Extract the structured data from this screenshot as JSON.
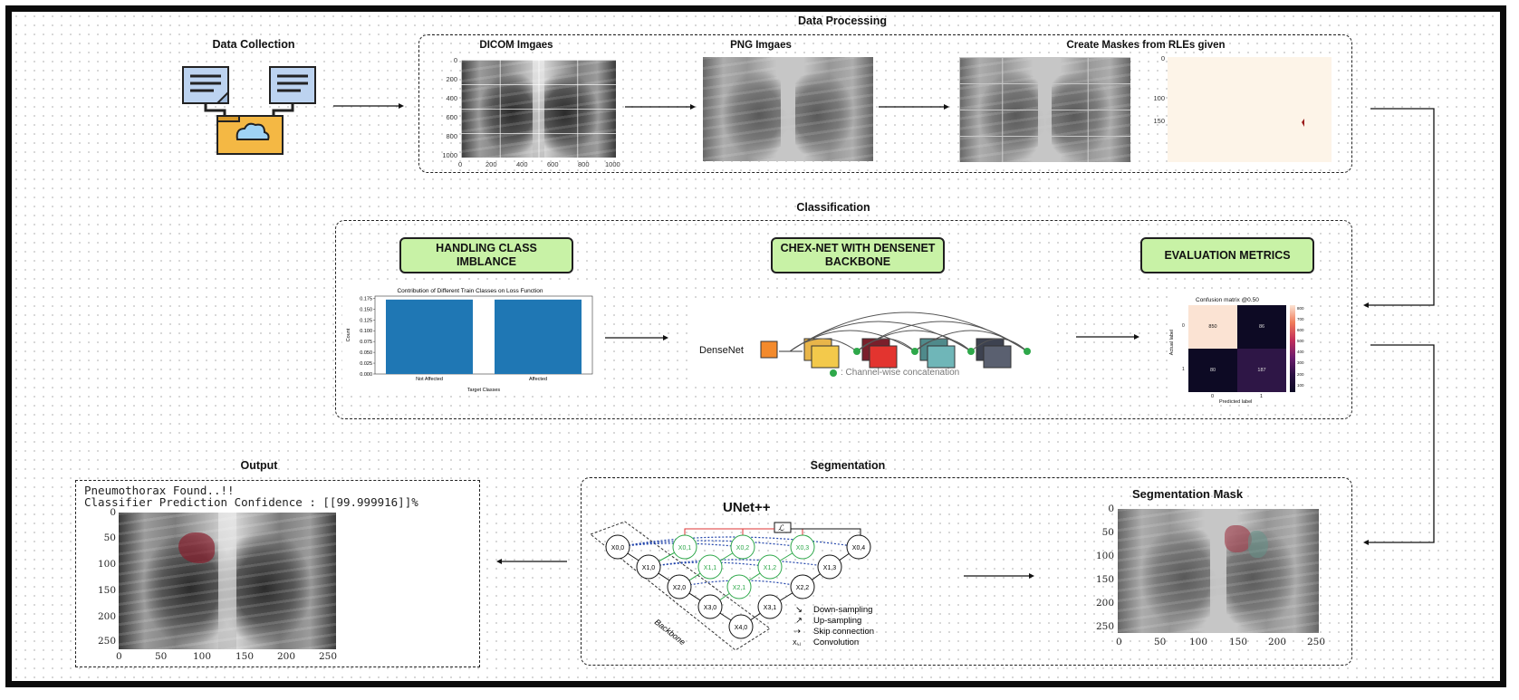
{
  "sections": {
    "data_collection": "Data Collection",
    "data_processing": "Data Processing",
    "classification": "Classification",
    "segmentation": "Segmentation",
    "output": "Output"
  },
  "processing": {
    "dicom_title": "DICOM Imgaes",
    "png_title": "PNG Imgaes",
    "mask_title": "Create Maskes from RLEs given",
    "dicom_ticks_y": [
      "0",
      "200",
      "400",
      "600",
      "800",
      "1000"
    ],
    "dicom_ticks_x": [
      "0",
      "200",
      "400",
      "600",
      "800",
      "1000"
    ],
    "mask_ticks_y": [
      "0",
      "100",
      "150"
    ]
  },
  "classification": {
    "box1": "HANDLING CLASS IMBLANCE",
    "box2": "CHEX-NET WITH DENSENET BACKBONE",
    "box3": "EVALUATION METRICS",
    "densenet_label": "DenseNet",
    "concat_legend": ": Channel-wise concatenation",
    "confusion": {
      "title": "Confusion matrix @0.50",
      "ylabel": "Actual label",
      "xlabel": "Predicted label",
      "cells": [
        "850",
        "86",
        "80",
        "187"
      ],
      "x_ticks": [
        "0",
        "1"
      ],
      "y_ticks": [
        "0",
        "1"
      ],
      "colorbar_ticks": [
        "800",
        "700",
        "600",
        "500",
        "400",
        "300",
        "200",
        "100"
      ]
    }
  },
  "chart_data": {
    "type": "bar",
    "title": "Contribution of Different Train Classes on Loss Function",
    "xlabel": "Target Classes",
    "ylabel": "Count",
    "categories": [
      "Not Affected",
      "Affected"
    ],
    "values": [
      0.172,
      0.172
    ],
    "ylim": [
      0,
      0.18
    ],
    "yticks": [
      "0.175",
      "0.150",
      "0.125",
      "0.100",
      "0.075",
      "0.050",
      "0.025",
      "0.000"
    ],
    "color": "#1f77b4"
  },
  "segmentation": {
    "unet_title": "UNet++",
    "mask_title": "Segmentation Mask",
    "loss_symbol": "ℒ",
    "backbone_label": "Backbone",
    "legend": [
      "Down-sampling",
      "Up-sampling",
      "Skip connection",
      "Convolution"
    ],
    "legend_symbol": "Xᵢ,ⱼ",
    "nodes": [
      "X0,0",
      "X1,0",
      "X2,0",
      "X3,0",
      "X4,0",
      "X0,1",
      "X1,1",
      "X2,1",
      "X3,1",
      "X0,2",
      "X1,2",
      "X2,2",
      "X0,3",
      "X1,3",
      "X0,4"
    ],
    "ticks_y": [
      "0",
      "50",
      "100",
      "150",
      "200",
      "250"
    ],
    "ticks_x": [
      "0",
      "50",
      "100",
      "150",
      "200",
      "250"
    ]
  },
  "output": {
    "line1": "Pneumothorax Found..!!",
    "line2": "Classifier Prediction Confidence : [[99.999916]]%",
    "ticks_y": [
      "0",
      "50",
      "100",
      "150",
      "200",
      "250"
    ],
    "ticks_x": [
      "0",
      "50",
      "100",
      "150",
      "200",
      "250"
    ]
  },
  "colors": {
    "accent_green": "#c8f2a6",
    "bar_blue": "#1f77b4",
    "mask_red": "#8b1a2a",
    "node_green": "#2ea84a"
  }
}
